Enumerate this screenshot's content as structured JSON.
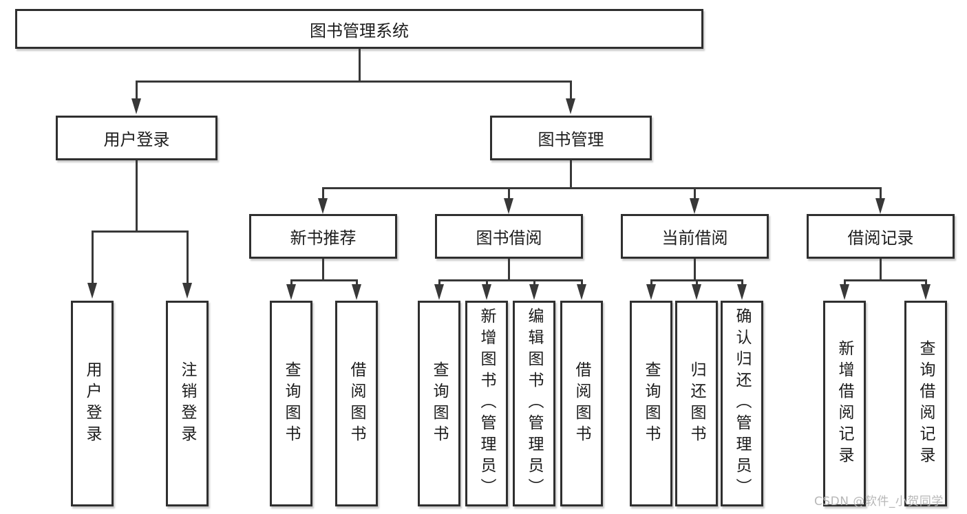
{
  "tree": {
    "root": "图书管理系统",
    "branches": [
      {
        "label": "用户登录",
        "leaves": [
          "用户登录",
          "注销登录"
        ]
      },
      {
        "label": "图书管理",
        "groups": [
          {
            "label": "新书推荐",
            "leaves": [
              "查询图书",
              "借阅图书"
            ]
          },
          {
            "label": "图书借阅",
            "leaves": [
              "查询图书",
              "新增图书（管理员）",
              "编辑图书（管理员）",
              "借阅图书"
            ]
          },
          {
            "label": "当前借阅",
            "leaves": [
              "查询图书",
              "归还图书",
              "确认归还（管理员）"
            ]
          },
          {
            "label": "借阅记录",
            "leaves": [
              "新增借阅记录",
              "查询借阅记录"
            ]
          }
        ]
      }
    ]
  },
  "watermark": {
    "text": "CSDN @软件_小贺同学"
  },
  "colors": {
    "line": "#383838",
    "box_border": "#2f2f2f",
    "box_fill": "#ffffff",
    "text": "#1c1c1c",
    "watermark_text": "#b7b7b7",
    "background": "#ffffff"
  }
}
